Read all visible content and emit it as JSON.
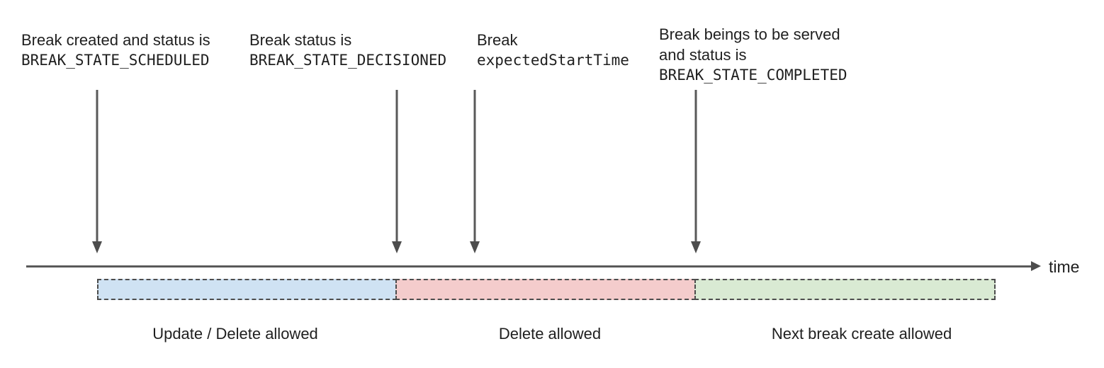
{
  "diagram": {
    "title_hint": "Break lifecycle timeline",
    "colors": {
      "axis_and_arrows": "#595959",
      "dashed_border": "#4d4d4d",
      "segment_scheduled_fill": "#cfe2f3",
      "segment_decisioned_fill": "#f4cccc",
      "segment_completed_fill": "#d9ead3",
      "text": "#1f1f1f"
    },
    "annotations": [
      {
        "lines": [
          "Break created and status is",
          "BREAK_STATE_SCHEDULED"
        ]
      },
      {
        "lines": [
          "Break status is",
          "BREAK_STATE_DECISIONED"
        ]
      },
      {
        "lines": [
          "Break",
          "expectedStartTime"
        ]
      },
      {
        "lines": [
          "Break beings to be served",
          "and status is",
          "BREAK_STATE_COMPLETED"
        ]
      }
    ],
    "axis": {
      "label": "time"
    },
    "segments": [
      {
        "caption": "Update / Delete allowed",
        "fill": "#cfe2f3"
      },
      {
        "caption": "Delete allowed",
        "fill": "#f4cccc"
      },
      {
        "caption": "Next break create allowed",
        "fill": "#d9ead3"
      }
    ]
  }
}
